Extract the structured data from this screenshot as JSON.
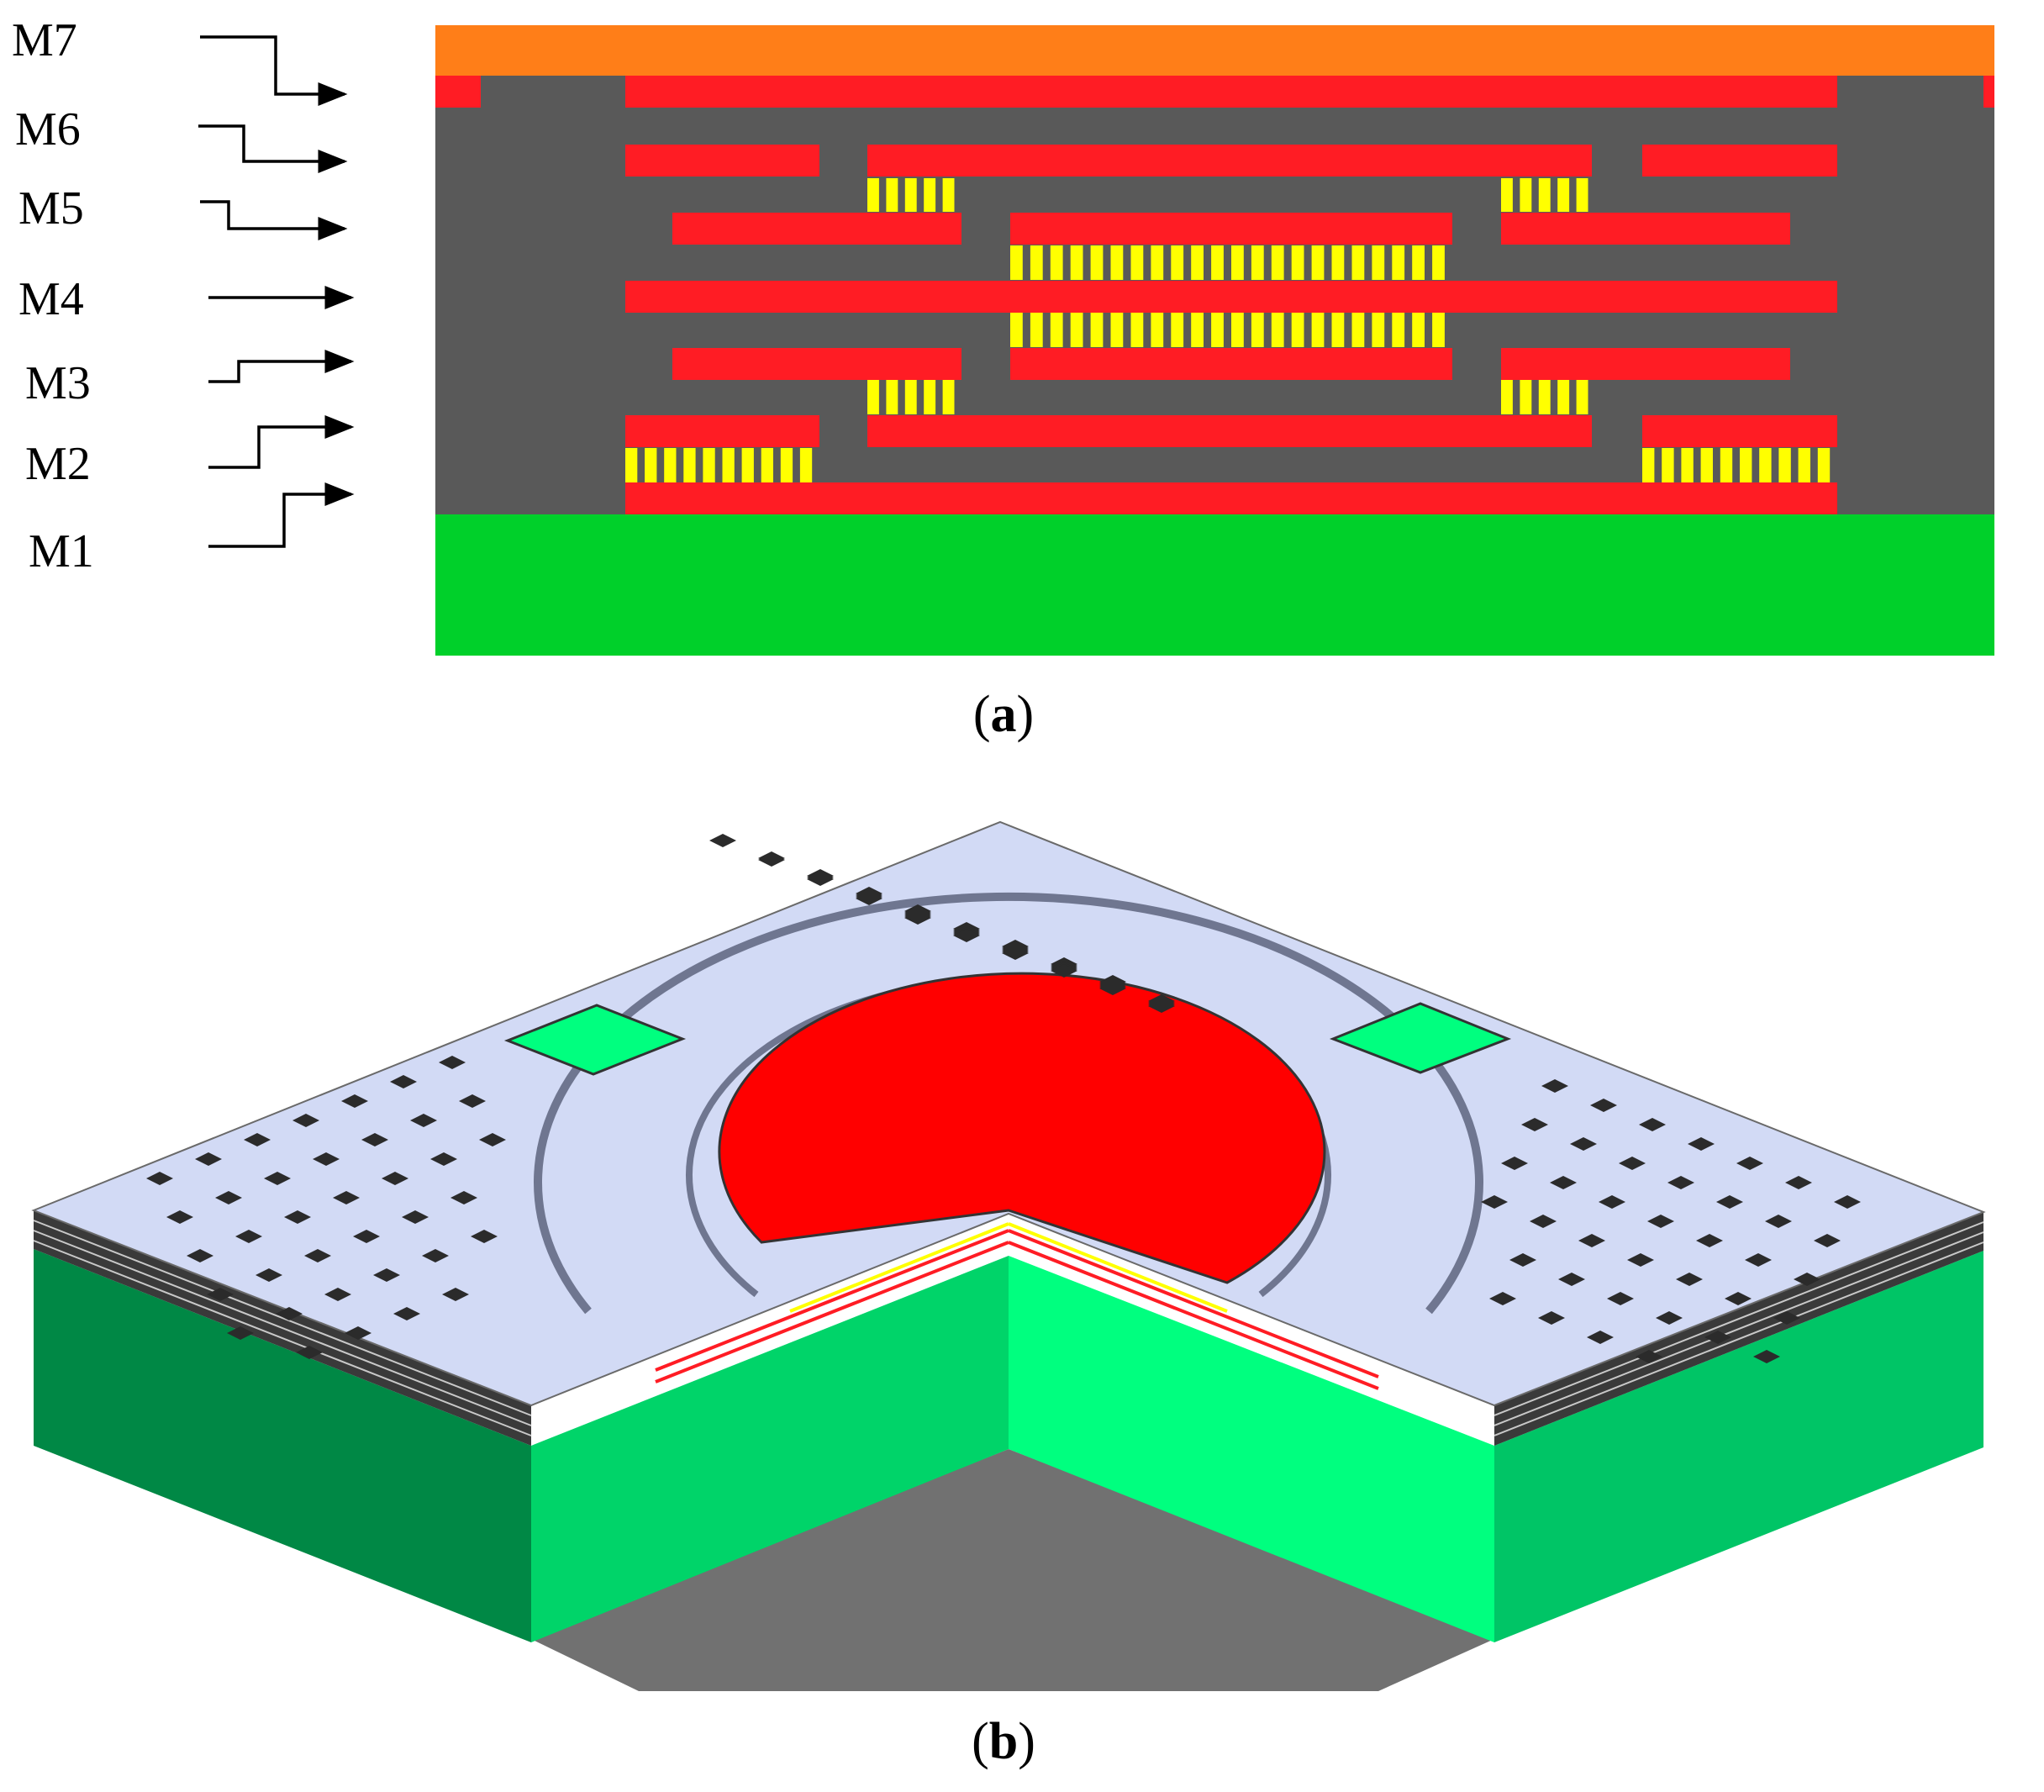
{
  "panel_a": {
    "layer_labels": [
      "M7",
      "M6",
      "M5",
      "M4",
      "M3",
      "M2",
      "M1"
    ],
    "caption_letter": "a",
    "colors": {
      "top_plate": "#ff7e18",
      "dielectric": "#595959",
      "metal": "#ff1c24",
      "via_yellow": "#ffff00",
      "via_dark": "#595959",
      "substrate": "#00d02a"
    }
  },
  "panel_b": {
    "caption_letter": "b",
    "colors": {
      "top_surface": "#d2daf5",
      "side_surface": "#9ea6c4",
      "substrate_left": "#008845",
      "substrate_right": "#00c566",
      "cut_face": "#00ff7f",
      "shadow": "#717171",
      "membrane": "#ff0000",
      "stack_lines": "#2a2a2a"
    }
  }
}
